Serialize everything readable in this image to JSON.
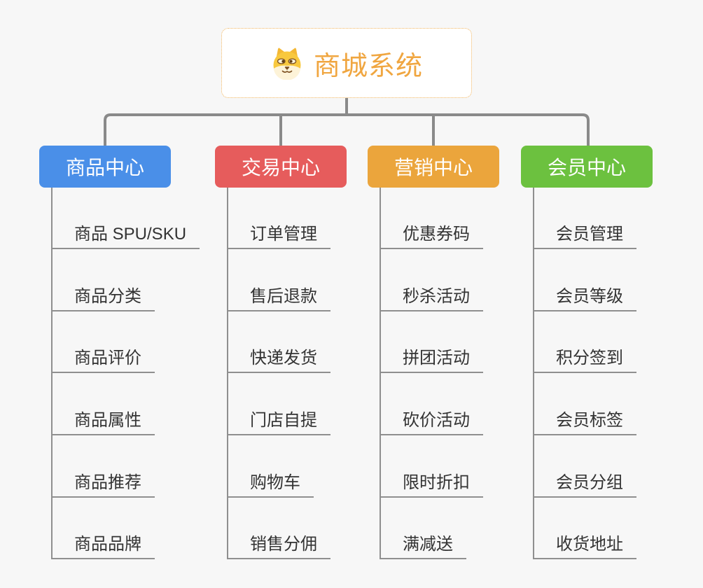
{
  "canvas": {
    "background": "#f7f7f7",
    "connector_color": "#8a8a8a"
  },
  "root": {
    "title": "商城系统",
    "icon": "doge-icon",
    "text_color": "#f0a640",
    "border_color": "#f0b45e"
  },
  "branches": [
    {
      "label": "商品中心",
      "color": "#4a8fe8",
      "items": [
        "商品 SPU/SKU",
        "商品分类",
        "商品评价",
        "商品属性",
        "商品推荐",
        "商品品牌"
      ]
    },
    {
      "label": "交易中心",
      "color": "#e65c5c",
      "items": [
        "订单管理",
        "售后退款",
        "快递发货",
        "门店自提",
        "购物车",
        "销售分佣"
      ]
    },
    {
      "label": "营销中心",
      "color": "#eba53c",
      "items": [
        "优惠券码",
        "秒杀活动",
        "拼团活动",
        "砍价活动",
        "限时折扣",
        "满减送"
      ]
    },
    {
      "label": "会员中心",
      "color": "#6cc13f",
      "items": [
        "会员管理",
        "会员等级",
        "积分签到",
        "会员标签",
        "会员分组",
        "收货地址"
      ]
    }
  ]
}
